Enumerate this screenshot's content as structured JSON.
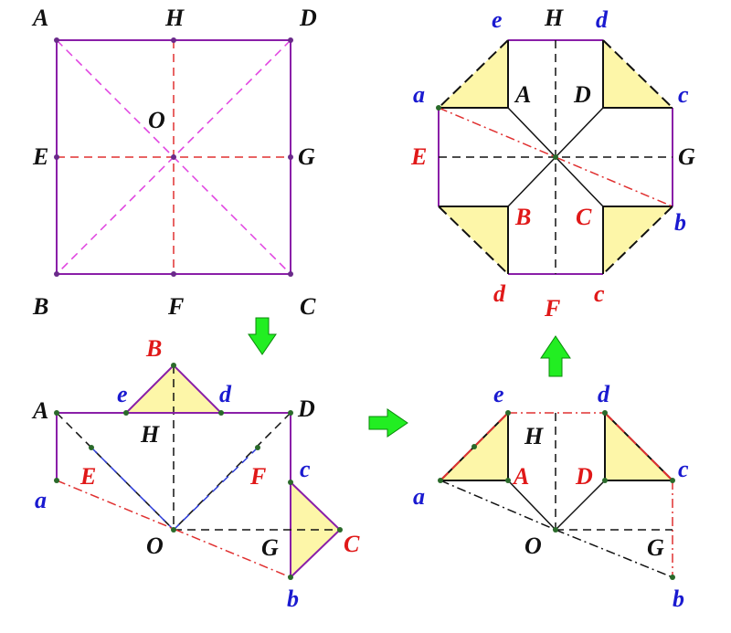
{
  "colors": {
    "black": "#111111",
    "red": "#e01818",
    "blue": "#1a1ad0",
    "frame": "#8a1fa8",
    "diag": "#e040e0",
    "fill": "#fdf6a8",
    "green": "#22ee22",
    "dashRed": "#e03030",
    "dashBlue": "#2a3ad8"
  },
  "panel1": {
    "labels": {
      "A": "A",
      "H": "H",
      "D": "D",
      "O": "O",
      "E": "E",
      "G": "G",
      "B": "B",
      "F": "F",
      "C": "C"
    }
  },
  "panel2": {
    "labels": {
      "B": "B",
      "e": "e",
      "d": "d",
      "A": "A",
      "D": "D",
      "H": "H",
      "E": "E",
      "F": "F",
      "c": "c",
      "a": "a",
      "O": "O",
      "G": "G",
      "C": "C",
      "b": "b"
    }
  },
  "panel3": {
    "labels": {
      "e": "e",
      "d": "d",
      "H": "H",
      "a": "a",
      "A": "A",
      "D": "D",
      "c": "c",
      "O": "O",
      "G": "G",
      "b": "b"
    }
  },
  "panel4": {
    "labels": {
      "e": "e",
      "H": "H",
      "d": "d",
      "a": "a",
      "A": "A",
      "D": "D",
      "c": "c",
      "E": "E",
      "G": "G",
      "B": "B",
      "C": "C",
      "b": "b",
      "d2": "d",
      "c2": "c",
      "F": "F"
    }
  }
}
